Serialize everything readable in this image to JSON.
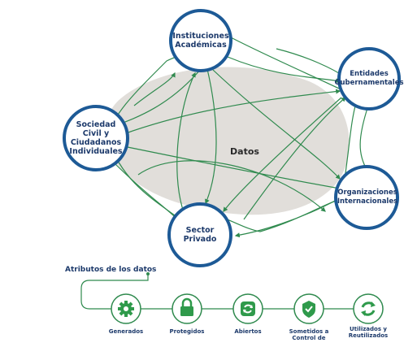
{
  "nodes": [
    {
      "id": "academicas",
      "label": "Instituciones\nAcadémicas"
    },
    {
      "id": "gubernamentales",
      "label": "Entidades\nGubernamentales"
    },
    {
      "id": "internacionales",
      "label": "Organizaciones\nInternacionales"
    },
    {
      "id": "privado",
      "label": "Sector\nPrivado"
    },
    {
      "id": "sociedad",
      "label": "Sociedad\nCivil y\nCiudadanos\nIndividuales"
    }
  ],
  "center_label": "Datos",
  "attributes": {
    "title": "Atributos de los datos",
    "items": [
      {
        "label": "Generados",
        "icon": "gear-icon"
      },
      {
        "label": "Protegidos",
        "icon": "lock-icon"
      },
      {
        "label": "Abiertos",
        "icon": "refresh-icon"
      },
      {
        "label": "Sometidos a\nControl de",
        "icon": "shield-check-icon"
      },
      {
        "label": "Utilizados y\nReutilizados",
        "icon": "recycle-icon"
      }
    ]
  },
  "colors": {
    "node_border": "#1d5a96",
    "arrow": "#2f8a4e",
    "arrow_fill": "#e4f0e6",
    "blob": "#d9d6d1",
    "icon_green": "#2f9a4b",
    "text": "#1d3a6b"
  }
}
